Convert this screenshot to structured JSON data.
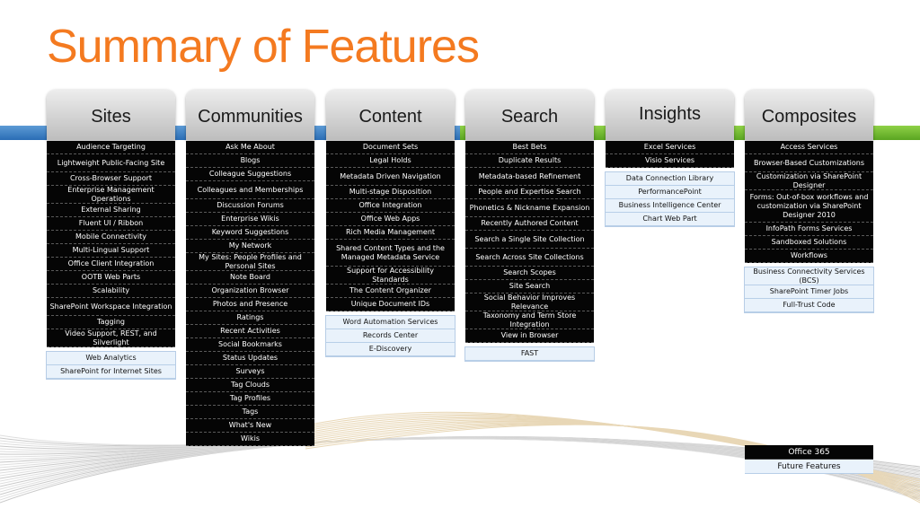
{
  "title": "Summary of Features",
  "colors": {
    "title": "#f47a20",
    "bar_blue": "#2a6db5",
    "bar_green": "#5aa521"
  },
  "columns": [
    {
      "name": "Sites",
      "dark": [
        {
          "text": "Audience Targeting",
          "lines": 1
        },
        {
          "text": "Lightweight Public-Facing Site",
          "lines": 2
        },
        {
          "text": "Cross-Browser Support",
          "lines": 1
        },
        {
          "text": "Enterprise Management Operations",
          "lines": 2
        },
        {
          "text": "External Sharing",
          "lines": 1
        },
        {
          "text": "Fluent UI / Ribbon",
          "lines": 1
        },
        {
          "text": "Mobile Connectivity",
          "lines": 1
        },
        {
          "text": "Multi-Lingual Support",
          "lines": 1
        },
        {
          "text": "Office Client Integration",
          "lines": 1
        },
        {
          "text": "OOTB Web Parts",
          "lines": 1
        },
        {
          "text": "Scalability",
          "lines": 1
        },
        {
          "text": "SharePoint Workspace Integration",
          "lines": 2
        },
        {
          "text": "Tagging",
          "lines": 1
        },
        {
          "text": "Video Support, REST, and Silverlight",
          "lines": 2
        }
      ],
      "light": [
        {
          "text": "Web Analytics",
          "lines": 1
        },
        {
          "text": "SharePoint for Internet Sites",
          "lines": 1
        }
      ]
    },
    {
      "name": "Communities",
      "dark": [
        {
          "text": "Ask Me About",
          "lines": 1
        },
        {
          "text": "Blogs",
          "lines": 1
        },
        {
          "text": "Colleague Suggestions",
          "lines": 1
        },
        {
          "text": "Colleagues and Memberships",
          "lines": 2
        },
        {
          "text": "Discussion Forums",
          "lines": 1
        },
        {
          "text": "Enterprise Wikis",
          "lines": 1
        },
        {
          "text": "Keyword Suggestions",
          "lines": 1
        },
        {
          "text": "My Network",
          "lines": 1
        },
        {
          "text": "My Sites: People Profiles and Personal Sites",
          "lines": 2
        },
        {
          "text": "Note Board",
          "lines": 1
        },
        {
          "text": "Organization Browser",
          "lines": 1
        },
        {
          "text": "Photos and Presence",
          "lines": 1
        },
        {
          "text": "Ratings",
          "lines": 1
        },
        {
          "text": "Recent Activities",
          "lines": 1
        },
        {
          "text": "Social Bookmarks",
          "lines": 1
        },
        {
          "text": "Status Updates",
          "lines": 1
        },
        {
          "text": "Surveys",
          "lines": 1
        },
        {
          "text": "Tag Clouds",
          "lines": 1
        },
        {
          "text": "Tag Profiles",
          "lines": 1
        },
        {
          "text": "Tags",
          "lines": 1
        },
        {
          "text": "What's New",
          "lines": 1
        },
        {
          "text": "Wikis",
          "lines": 1
        }
      ],
      "light": []
    },
    {
      "name": "Content",
      "dark": [
        {
          "text": "Document Sets",
          "lines": 1
        },
        {
          "text": "Legal Holds",
          "lines": 1
        },
        {
          "text": "Metadata Driven Navigation",
          "lines": 2
        },
        {
          "text": "Multi-stage Disposition",
          "lines": 1
        },
        {
          "text": "Office Integration",
          "lines": 1
        },
        {
          "text": "Office Web Apps",
          "lines": 1
        },
        {
          "text": "Rich Media Management",
          "lines": 1
        },
        {
          "text": "Shared Content Types and the Managed Metadata Service",
          "lines": 2.5
        },
        {
          "text": "Support for Accessibility Standards",
          "lines": 2
        },
        {
          "text": "The Content Organizer",
          "lines": 1
        },
        {
          "text": "Unique Document IDs",
          "lines": 1
        }
      ],
      "light": [
        {
          "text": "Word Automation Services",
          "lines": 1
        },
        {
          "text": "Records Center",
          "lines": 1
        },
        {
          "text": "E-Discovery",
          "lines": 1
        }
      ]
    },
    {
      "name": "Search",
      "dark": [
        {
          "text": "Best Bets",
          "lines": 1
        },
        {
          "text": "Duplicate Results",
          "lines": 1
        },
        {
          "text": "Metadata-based Refinement",
          "lines": 2
        },
        {
          "text": "People and Expertise Search",
          "lines": 1
        },
        {
          "text": "Phonetics & Nickname Expansion",
          "lines": 2
        },
        {
          "text": "Recently Authored Content",
          "lines": 1
        },
        {
          "text": "Search a Single Site Collection",
          "lines": 2
        },
        {
          "text": "Search Across Site Collections",
          "lines": 2
        },
        {
          "text": "Search Scopes",
          "lines": 1
        },
        {
          "text": "Site Search",
          "lines": 1
        },
        {
          "text": "Social Behavior Improves Relevance",
          "lines": 2
        },
        {
          "text": "Taxonomy and Term Store Integration",
          "lines": 2
        },
        {
          "text": "View in Browser",
          "lines": 1
        }
      ],
      "light": [
        {
          "text": "FAST",
          "lines": 1
        }
      ]
    },
    {
      "name": "Insights",
      "dark": [
        {
          "text": "Excel Services",
          "lines": 1
        },
        {
          "text": "Visio Services",
          "lines": 1
        }
      ],
      "light": [
        {
          "text": "Data Connection Library",
          "lines": 1
        },
        {
          "text": "PerformancePoint",
          "lines": 1
        },
        {
          "text": "Business Intelligence Center",
          "lines": 1
        },
        {
          "text": "Chart Web Part",
          "lines": 1
        }
      ]
    },
    {
      "name": "Composites",
      "dark": [
        {
          "text": "Access Services",
          "lines": 1
        },
        {
          "text": "Browser-Based Customizations",
          "lines": 2
        },
        {
          "text": "Customization via SharePoint Designer",
          "lines": 2
        },
        {
          "text": "Forms: Out-of-box workflows and customization via SharePoint Designer 2010",
          "lines": 3
        },
        {
          "text": "InfoPath Forms Services",
          "lines": 1
        },
        {
          "text": "Sandboxed Solutions",
          "lines": 1
        },
        {
          "text": "Workflows",
          "lines": 1
        }
      ],
      "light": [
        {
          "text": "Business Connectivity Services (BCS)",
          "lines": 2
        },
        {
          "text": "SharePoint Timer Jobs",
          "lines": 1
        },
        {
          "text": "Full-Trust Code",
          "lines": 1
        }
      ]
    }
  ],
  "legend": {
    "office365": "Office 365",
    "future": "Future Features"
  }
}
